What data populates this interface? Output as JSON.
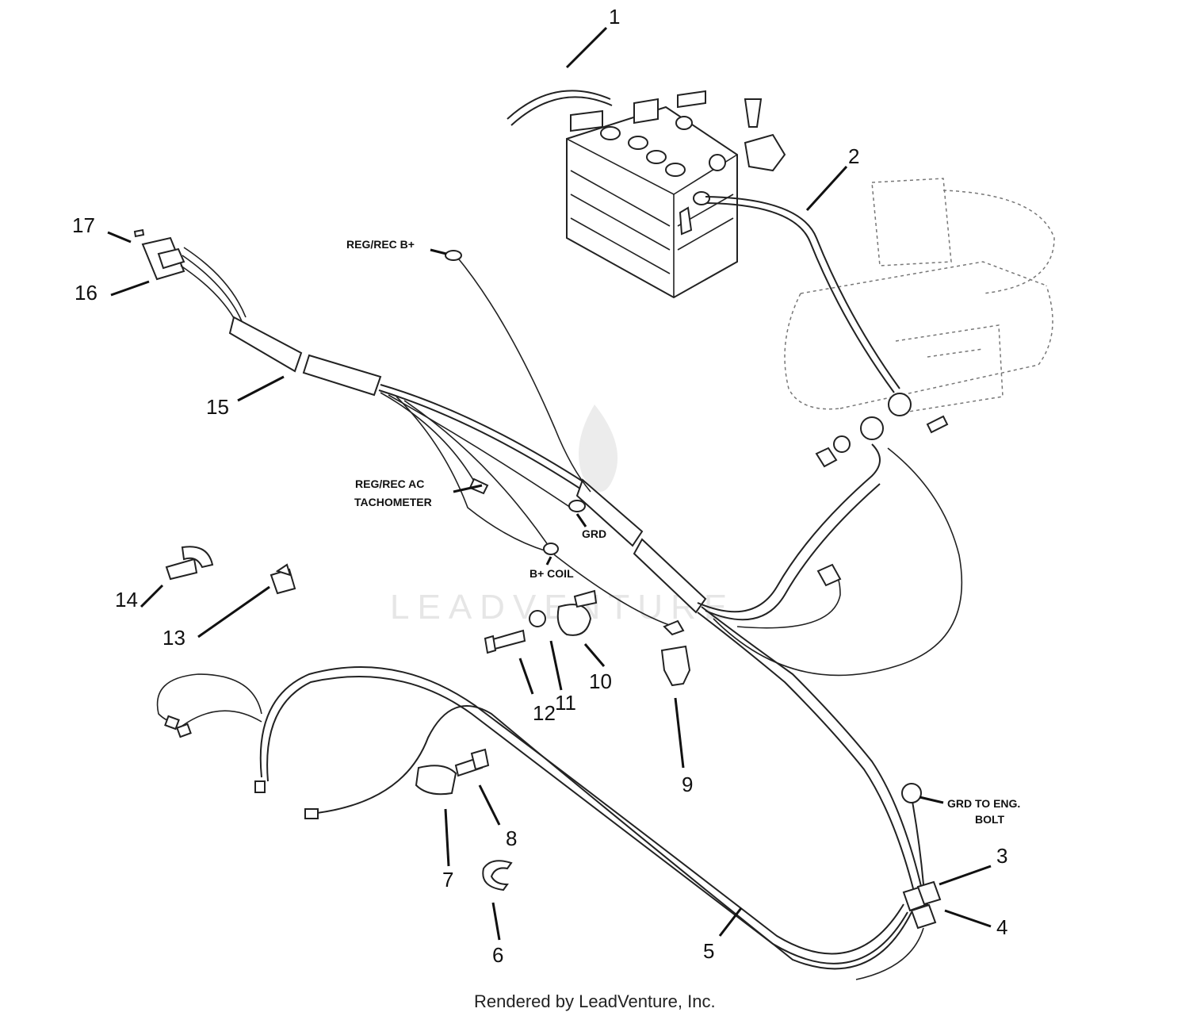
{
  "callouts": [
    "1",
    "2",
    "3",
    "4",
    "5",
    "6",
    "7",
    "8",
    "9",
    "10",
    "11",
    "12",
    "13",
    "14",
    "15",
    "16",
    "17"
  ],
  "labels": {
    "regrec_b": "REG/REC B+",
    "regrec_ac": "REG/REC AC",
    "tachometer": "TACHOMETER",
    "grd": "GRD",
    "b_coil": "B+ COIL",
    "grd_to_eng": "GRD TO ENG.",
    "bolt": "BOLT"
  },
  "watermark": "LEADVENTURE",
  "credit": "Rendered by LeadVenture, Inc."
}
